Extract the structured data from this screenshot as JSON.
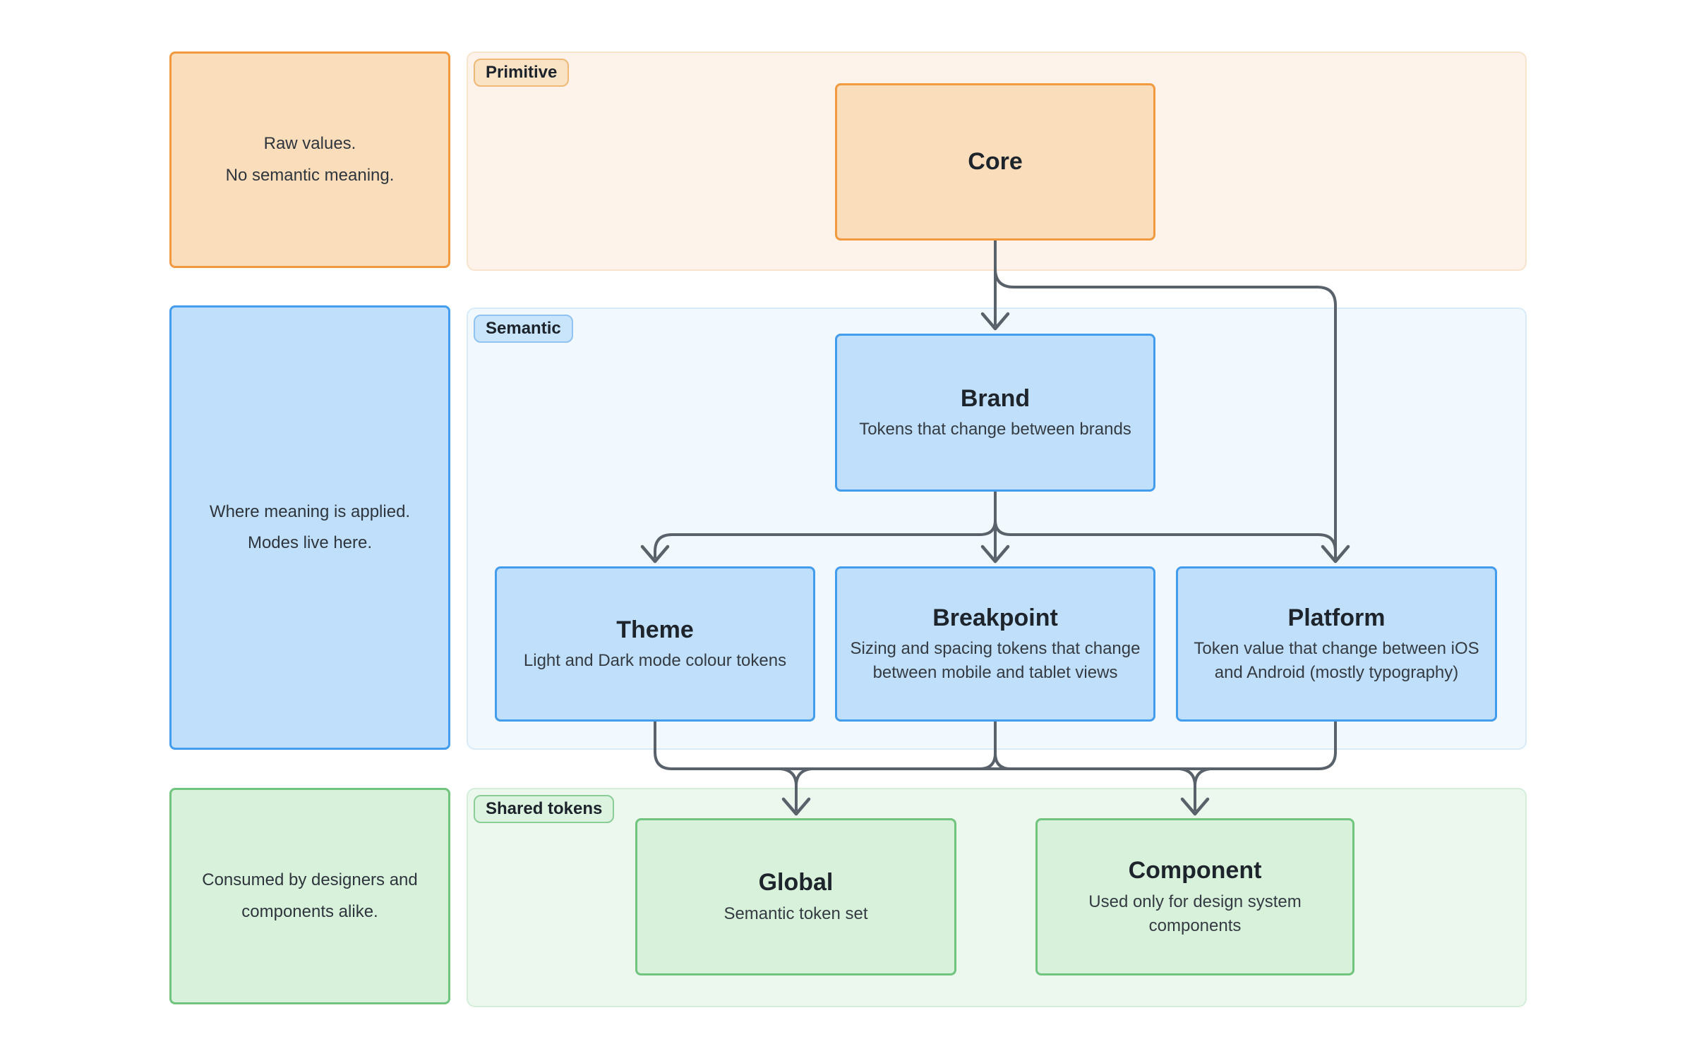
{
  "sections": {
    "primitive": {
      "badge": "Primitive",
      "note_line1": "Raw values.",
      "note_line2": "No semantic meaning."
    },
    "semantic": {
      "badge": "Semantic",
      "note_line1": "Where meaning is applied.",
      "note_line2": "Modes live here."
    },
    "shared": {
      "badge": "Shared tokens",
      "note_line1": "Consumed by designers and",
      "note_line2": "components alike."
    }
  },
  "nodes": {
    "core": {
      "title": "Core",
      "subtitle": ""
    },
    "brand": {
      "title": "Brand",
      "subtitle": "Tokens that change between brands"
    },
    "theme": {
      "title": "Theme",
      "subtitle": "Light and Dark mode colour tokens"
    },
    "breakpoint": {
      "title": "Breakpoint",
      "subtitle": "Sizing and spacing tokens that change between mobile and tablet views"
    },
    "platform": {
      "title": "Platform",
      "subtitle": "Token value that change between iOS and Android (mostly typography)"
    },
    "global": {
      "title": "Global",
      "subtitle": "Semantic token set"
    },
    "component": {
      "title": "Component",
      "subtitle": "Used only for design system components"
    }
  },
  "edges": [
    {
      "from": "Core",
      "to": "Brand"
    },
    {
      "from": "Core",
      "to": "Platform"
    },
    {
      "from": "Brand",
      "to": "Theme"
    },
    {
      "from": "Brand",
      "to": "Breakpoint"
    },
    {
      "from": "Brand",
      "to": "Platform"
    },
    {
      "from": "Theme",
      "to": "Global"
    },
    {
      "from": "Theme",
      "to": "Component"
    },
    {
      "from": "Breakpoint",
      "to": "Global"
    },
    {
      "from": "Breakpoint",
      "to": "Component"
    },
    {
      "from": "Platform",
      "to": "Global"
    },
    {
      "from": "Platform",
      "to": "Component"
    }
  ],
  "palette": {
    "background": "#FFFFFF",
    "orange_fill": "#FADDBB",
    "orange_border": "#F0993F",
    "orange_section_bg": "#FDF3EA",
    "blue_fill": "#C0DFFA",
    "blue_border": "#449DEC",
    "blue_section_bg": "#F1F8FE",
    "green_fill": "#D8F1DB",
    "green_border": "#70C47E",
    "green_section_bg": "#ECF8EE",
    "edge_stroke": "#59616A",
    "title_text": "#1E242B",
    "body_text": "#32383F"
  }
}
